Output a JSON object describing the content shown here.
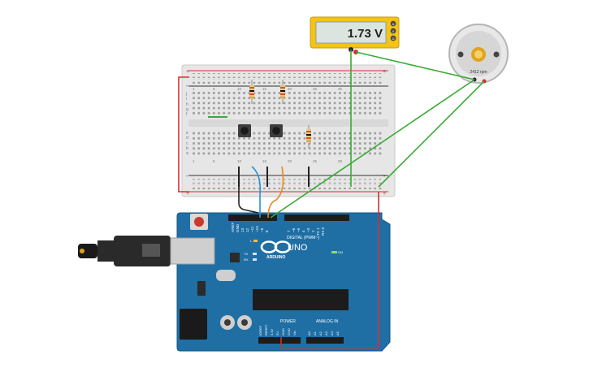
{
  "multimeter": {
    "reading": "1.73 V",
    "button_a": "A",
    "button_v": "V",
    "button_omega": "Ω"
  },
  "motor": {
    "speed": "2412 rpm"
  },
  "arduino": {
    "brand": "ARDUINO",
    "model": "UNO",
    "on_label": "ON",
    "digital_label": "DIGITAL (PWM~)",
    "power_label": "POWER",
    "analog_label": "ANALOG IN",
    "aref_label": "AREF",
    "gnd_label": "GND",
    "led_l": "L",
    "led_tx": "TX",
    "led_rx": "RX",
    "digital_pins": [
      "13",
      "12",
      "~11",
      "~10",
      "~9",
      "8",
      "7",
      "~6",
      "~5",
      "4",
      "~3",
      "2",
      "TX 1",
      "RX 0"
    ],
    "power_pins": [
      "IOREF",
      "RESET",
      "3.3V",
      "5V",
      "GND",
      "GND",
      "Vin"
    ],
    "analog_pins": [
      "A0",
      "A1",
      "A2",
      "A3",
      "A4",
      "A5"
    ]
  },
  "breadboard": {
    "rail_plus": "+",
    "rail_minus": "-",
    "row_letters_top": [
      "j",
      "i",
      "h",
      "g",
      "f"
    ],
    "row_letters_bottom": [
      "e",
      "d",
      "c",
      "b",
      "a"
    ],
    "column_numbers": [
      "1",
      "5",
      "10",
      "15",
      "20",
      "25",
      "30"
    ]
  },
  "colors": {
    "wire_red": "#d62e2e",
    "wire_green": "#3aaa35",
    "wire_black": "#222222",
    "wire_blue": "#2a8fd6",
    "wire_orange": "#e8891a",
    "board": "#1f6fa5",
    "meter": "#f3c318"
  }
}
